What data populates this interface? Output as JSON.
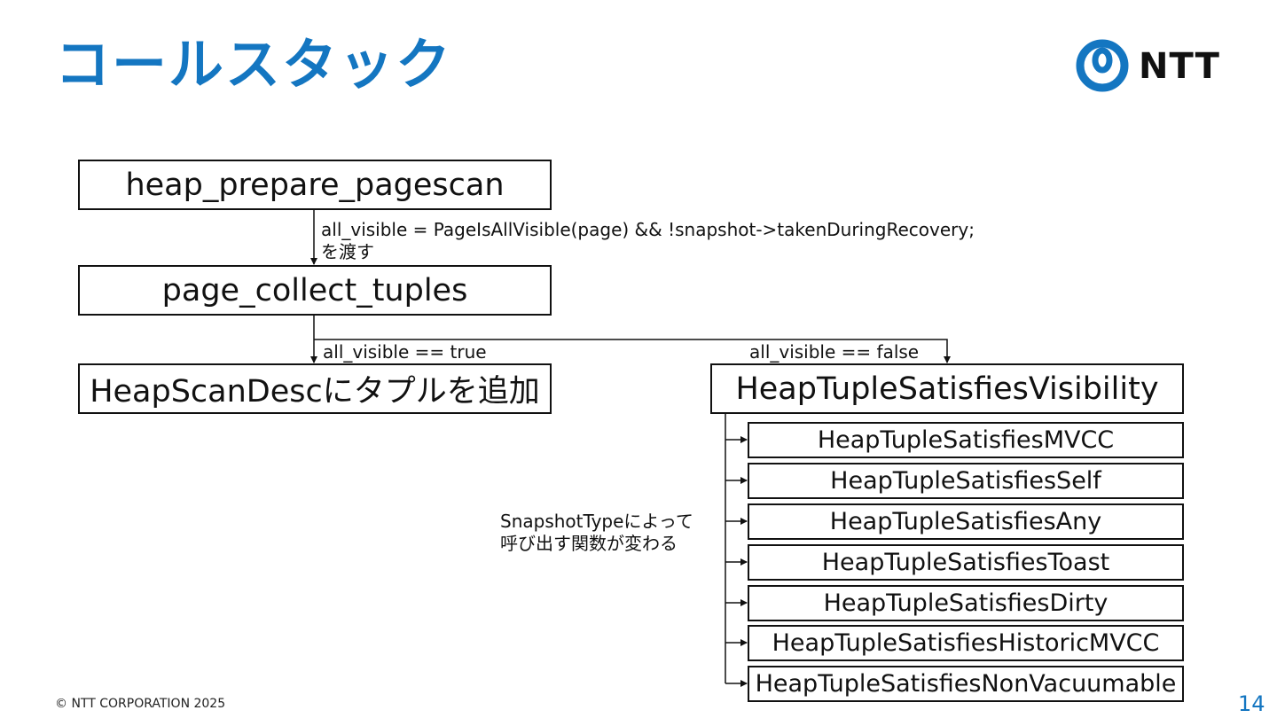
{
  "slide": {
    "title": "コールスタック",
    "logo_text": "NTT",
    "footer": "© NTT CORPORATION 2025",
    "page_number": "14"
  },
  "diagram": {
    "nodes": {
      "prepare": "heap_prepare_pagescan",
      "collect": "page_collect_tuples",
      "add": "HeapScanDescにタプルを追加",
      "visibility": "HeapTupleSatisfiesVisibility"
    },
    "edge_labels": {
      "pass_line1": "all_visible = PageIsAllVisible(page) && !snapshot->takenDuringRecovery;",
      "pass_line2": "を渡す",
      "true_branch": "all_visible == true",
      "false_branch": "all_visible == false"
    },
    "sub_note_line1": "SnapshotTypeによって",
    "sub_note_line2": "呼び出す関数が変わる",
    "sub_functions": [
      "HeapTupleSatisfiesMVCC",
      "HeapTupleSatisfiesSelf",
      "HeapTupleSatisfiesAny",
      "HeapTupleSatisfiesToast",
      "HeapTupleSatisfiesDirty",
      "HeapTupleSatisfiesHistoricMVCC",
      "HeapTupleSatisfiesNonVacuumable"
    ]
  },
  "colors": {
    "accent": "#1476c1",
    "line": "#111111"
  }
}
